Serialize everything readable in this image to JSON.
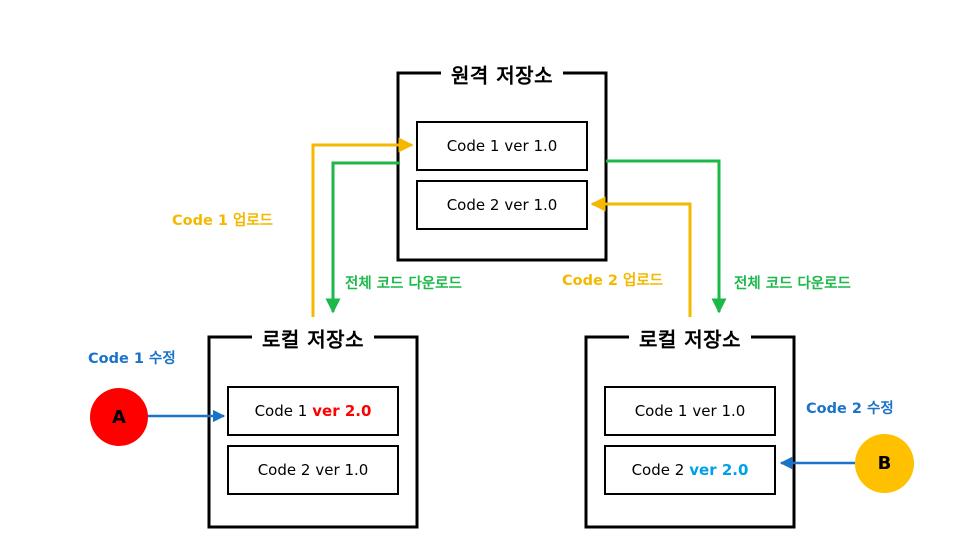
{
  "colors": {
    "upload": "#f5b800",
    "download": "#1db84a",
    "edit": "#1a73c9",
    "red_version": "#ff0000",
    "blue_version": "#00a0e9",
    "circle_a": "#ff0000",
    "circle_b": "#ffc000"
  },
  "remote": {
    "title": "원격 저장소",
    "files": [
      {
        "name": "Code 1",
        "version": "ver 1.0"
      },
      {
        "name": "Code 2",
        "version": "ver 1.0"
      }
    ]
  },
  "local_left": {
    "title": "로컬 저장소",
    "files": [
      {
        "name": "Code 1",
        "version": "ver 2.0"
      },
      {
        "name": "Code 2",
        "version": "ver 1.0"
      }
    ]
  },
  "local_right": {
    "title": "로컬 저장소",
    "files": [
      {
        "name": "Code 1",
        "version": "ver 1.0"
      },
      {
        "name": "Code 2",
        "version": "ver 2.0"
      }
    ]
  },
  "labels": {
    "code1_upload": "Code 1 업로드",
    "code2_upload": "Code 2 업로드",
    "download_left": "전체 코드 다운로드",
    "download_right": "전체 코드 다운로드",
    "code1_edit": "Code 1 수정",
    "code2_edit": "Code 2 수정"
  },
  "users": {
    "a": "A",
    "b": "B"
  }
}
